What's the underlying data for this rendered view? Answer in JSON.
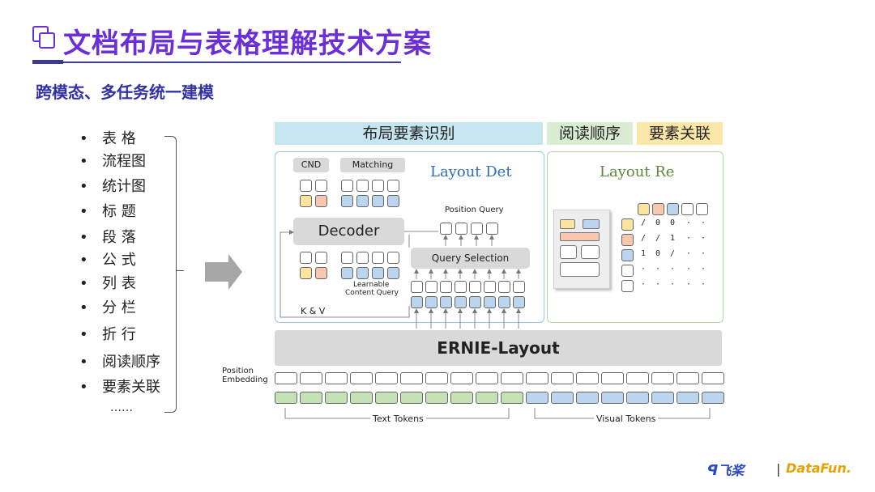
{
  "header": {
    "title": "文档布局与表格理解技术方案",
    "subtitle": "跨模态、多任务统一建模"
  },
  "task_list": {
    "bullet": "•",
    "items": [
      "表 格",
      "流程图",
      "统计图",
      "标 题",
      "段 落",
      "公 式",
      "列 表",
      "分 栏",
      "折 行",
      "阅读顺序",
      "要素关联"
    ],
    "ellipsis": "……"
  },
  "diagram": {
    "section_headers": {
      "layout_elements": "布局要素识别",
      "reading_order": "阅读顺序",
      "element_relation": "要素关联"
    },
    "layout_det": {
      "title": "Layout Det",
      "cnd_label": "CND",
      "matching_label": "Matching",
      "decoder_label": "Decoder",
      "position_query_label": "Position Query",
      "query_selection_label": "Query Selection",
      "learnable_query_label_1": "Learnable",
      "learnable_query_label_2": "Content Query",
      "kv_label": "K & V"
    },
    "layout_re": {
      "title": "Layout Re",
      "matrix_rows": [
        [
          "/",
          "0",
          "0",
          "·",
          "·"
        ],
        [
          "/",
          "/",
          "1",
          "·",
          "·"
        ],
        [
          "1",
          "0",
          "/",
          "·",
          "·"
        ],
        [
          "·",
          "·",
          "·",
          "·",
          "·"
        ],
        [
          "·",
          "·",
          "·",
          "·",
          "·"
        ]
      ]
    },
    "backbone_label": "ERNIE-Layout",
    "position_embedding_label_1": "Position",
    "position_embedding_label_2": "Embedding",
    "text_tokens_label": "Text Tokens",
    "visual_tokens_label": "Visual Tokens",
    "colors": {
      "yellow": "#fbe3a0",
      "salmon": "#f7c7b0",
      "blue": "#bcd5ee",
      "green": "#c4e2b4",
      "header_cyan": "#c5e6ef",
      "header_green": "#d7ecd2",
      "header_yellow": "#fde7a8",
      "title_purple": "#6a2fd8",
      "layout_blue": "#2e6fb5",
      "layout_green": "#5b8a3a"
    }
  },
  "footer": {
    "brand1": "飞桨",
    "brand2": "DataFun.",
    "separator": "|"
  }
}
